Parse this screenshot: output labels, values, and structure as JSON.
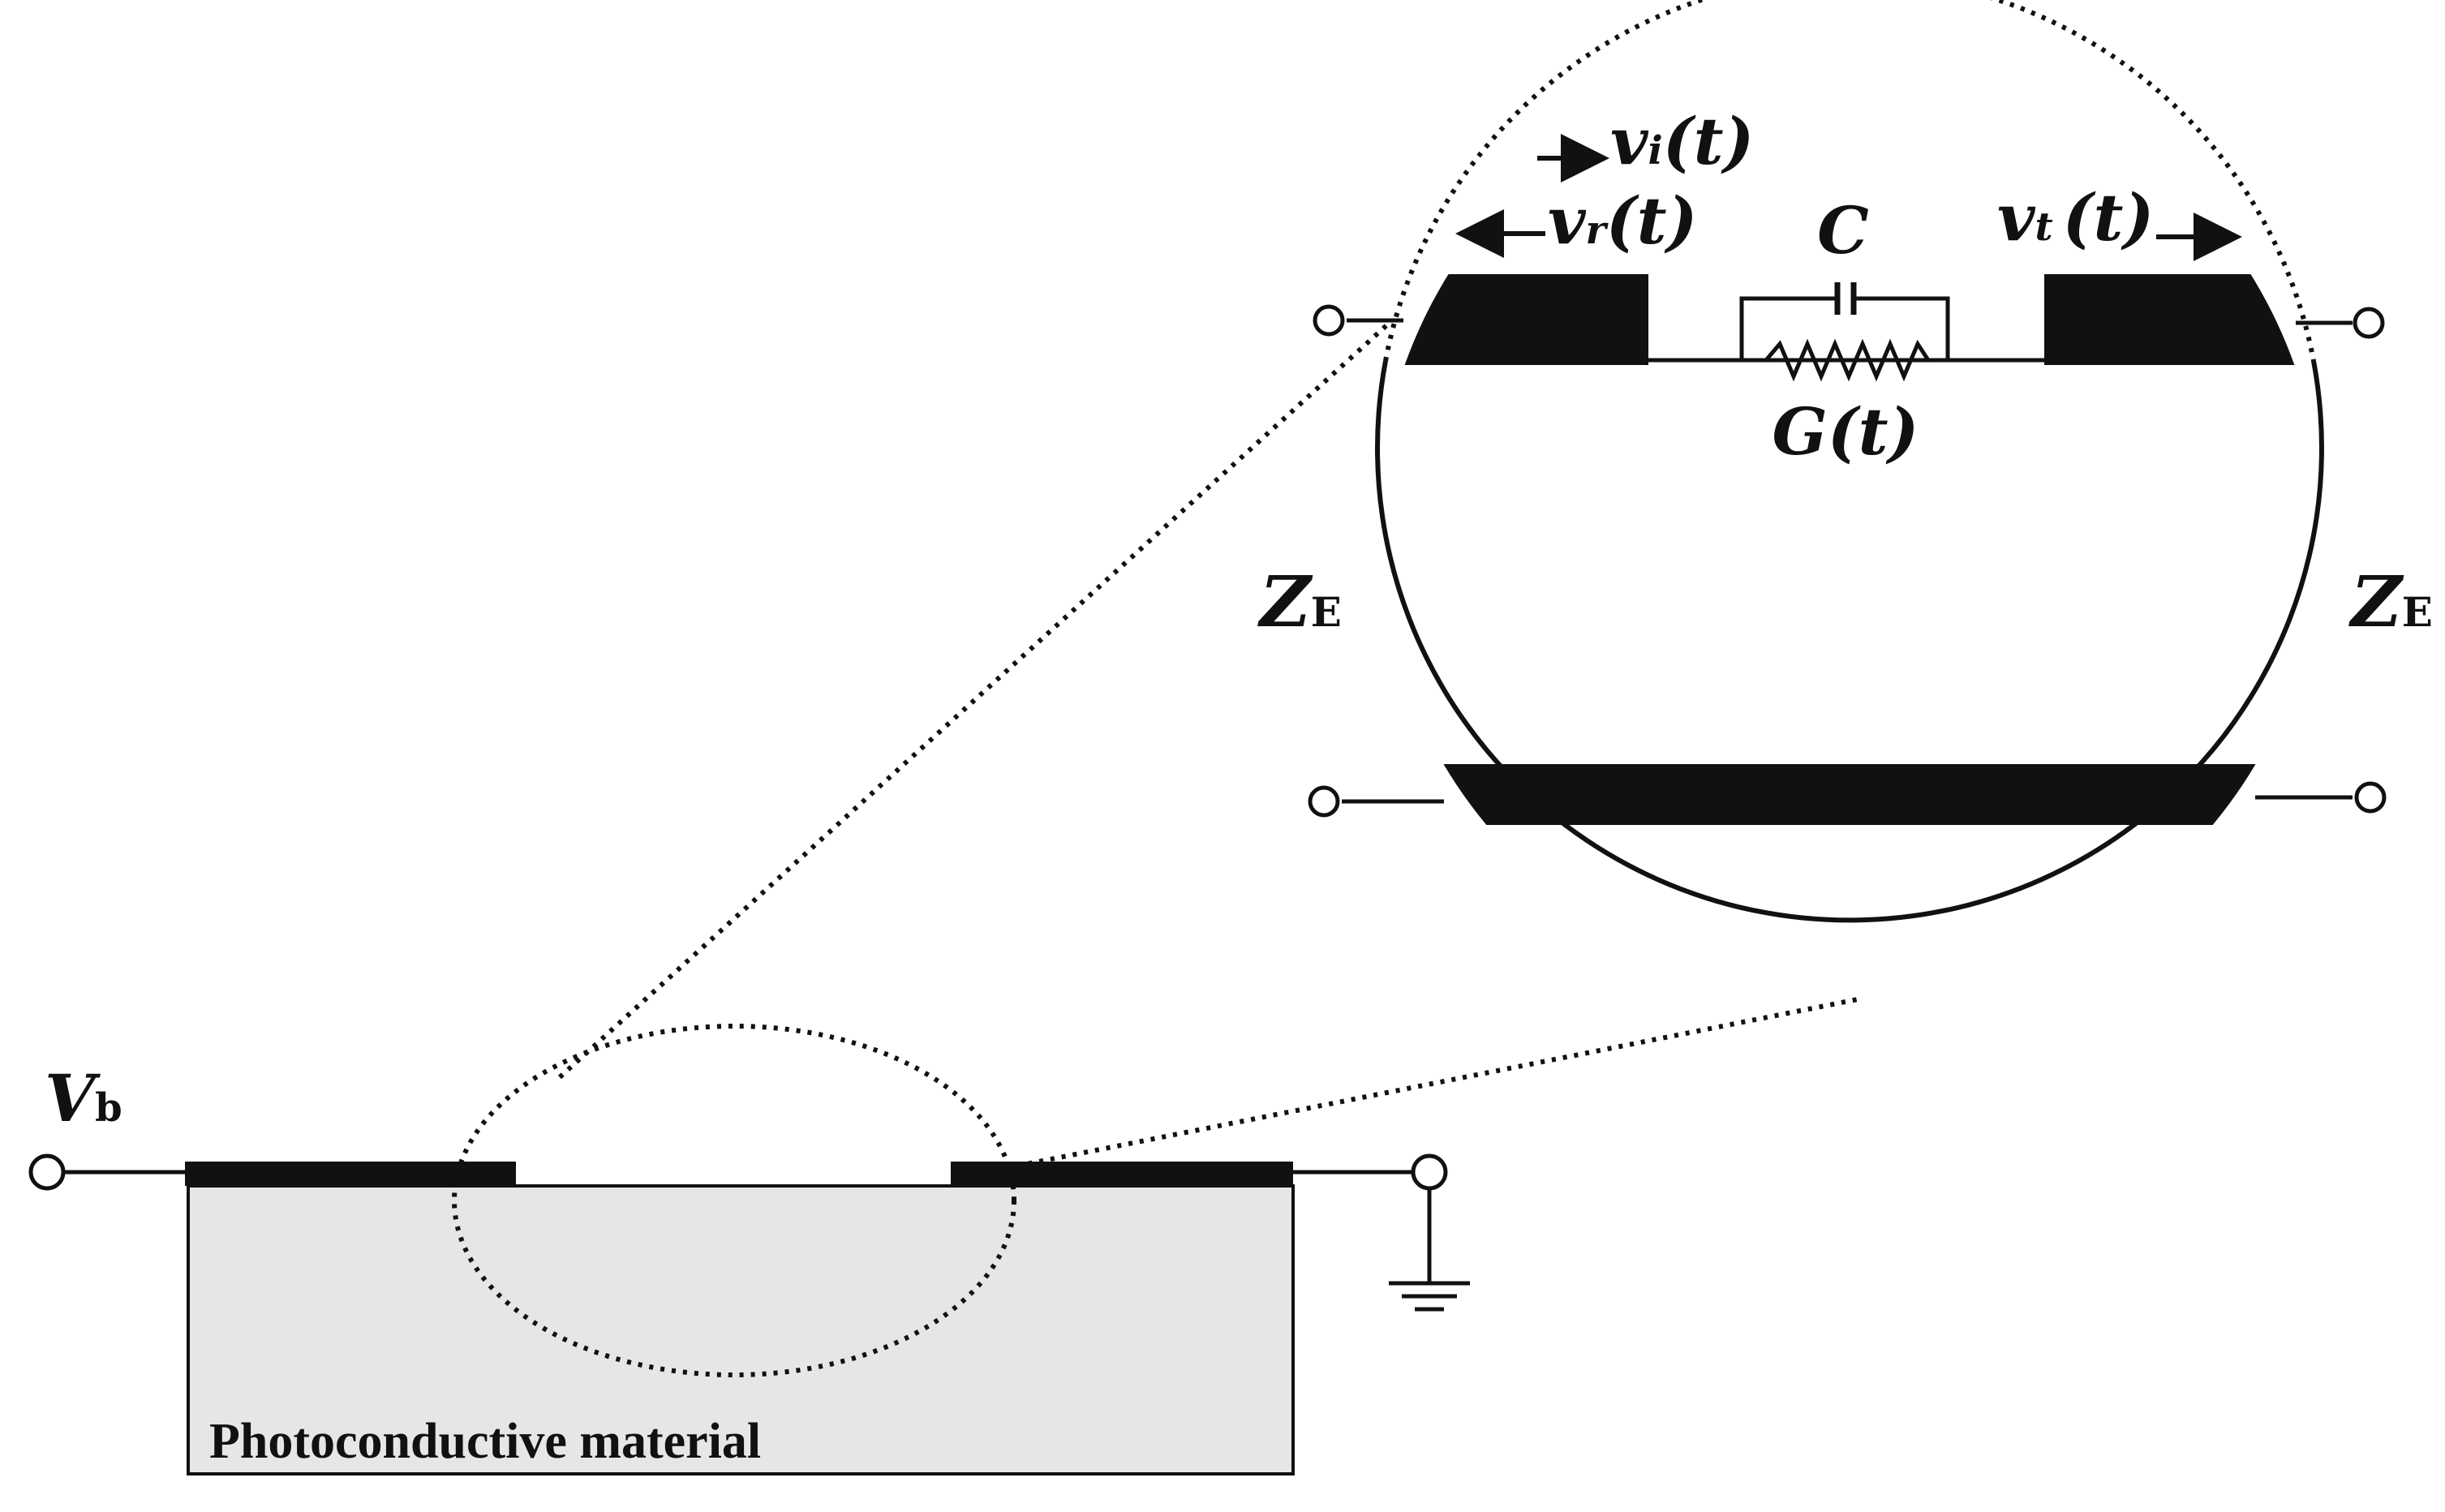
{
  "labels": {
    "vb_main": "V",
    "vb_sub": "b",
    "material": "Photoconductive material",
    "vi_main": "v",
    "vi_sub": "i",
    "vi_arg": "(t)",
    "vr_main": "v",
    "vr_sub": "r",
    "vr_arg": "(t)",
    "vt_main": "v",
    "vt_sub": "t",
    "vt_arg": "(t)",
    "capacitor": "C",
    "conductance": "G(t)",
    "ze_left_main": "Z",
    "ze_left_sub": "E",
    "ze_right_main": "Z",
    "ze_right_sub": "E"
  },
  "colors": {
    "ink": "#111111",
    "substrate_fill": "#e6e6e6",
    "background": "#ffffff"
  }
}
